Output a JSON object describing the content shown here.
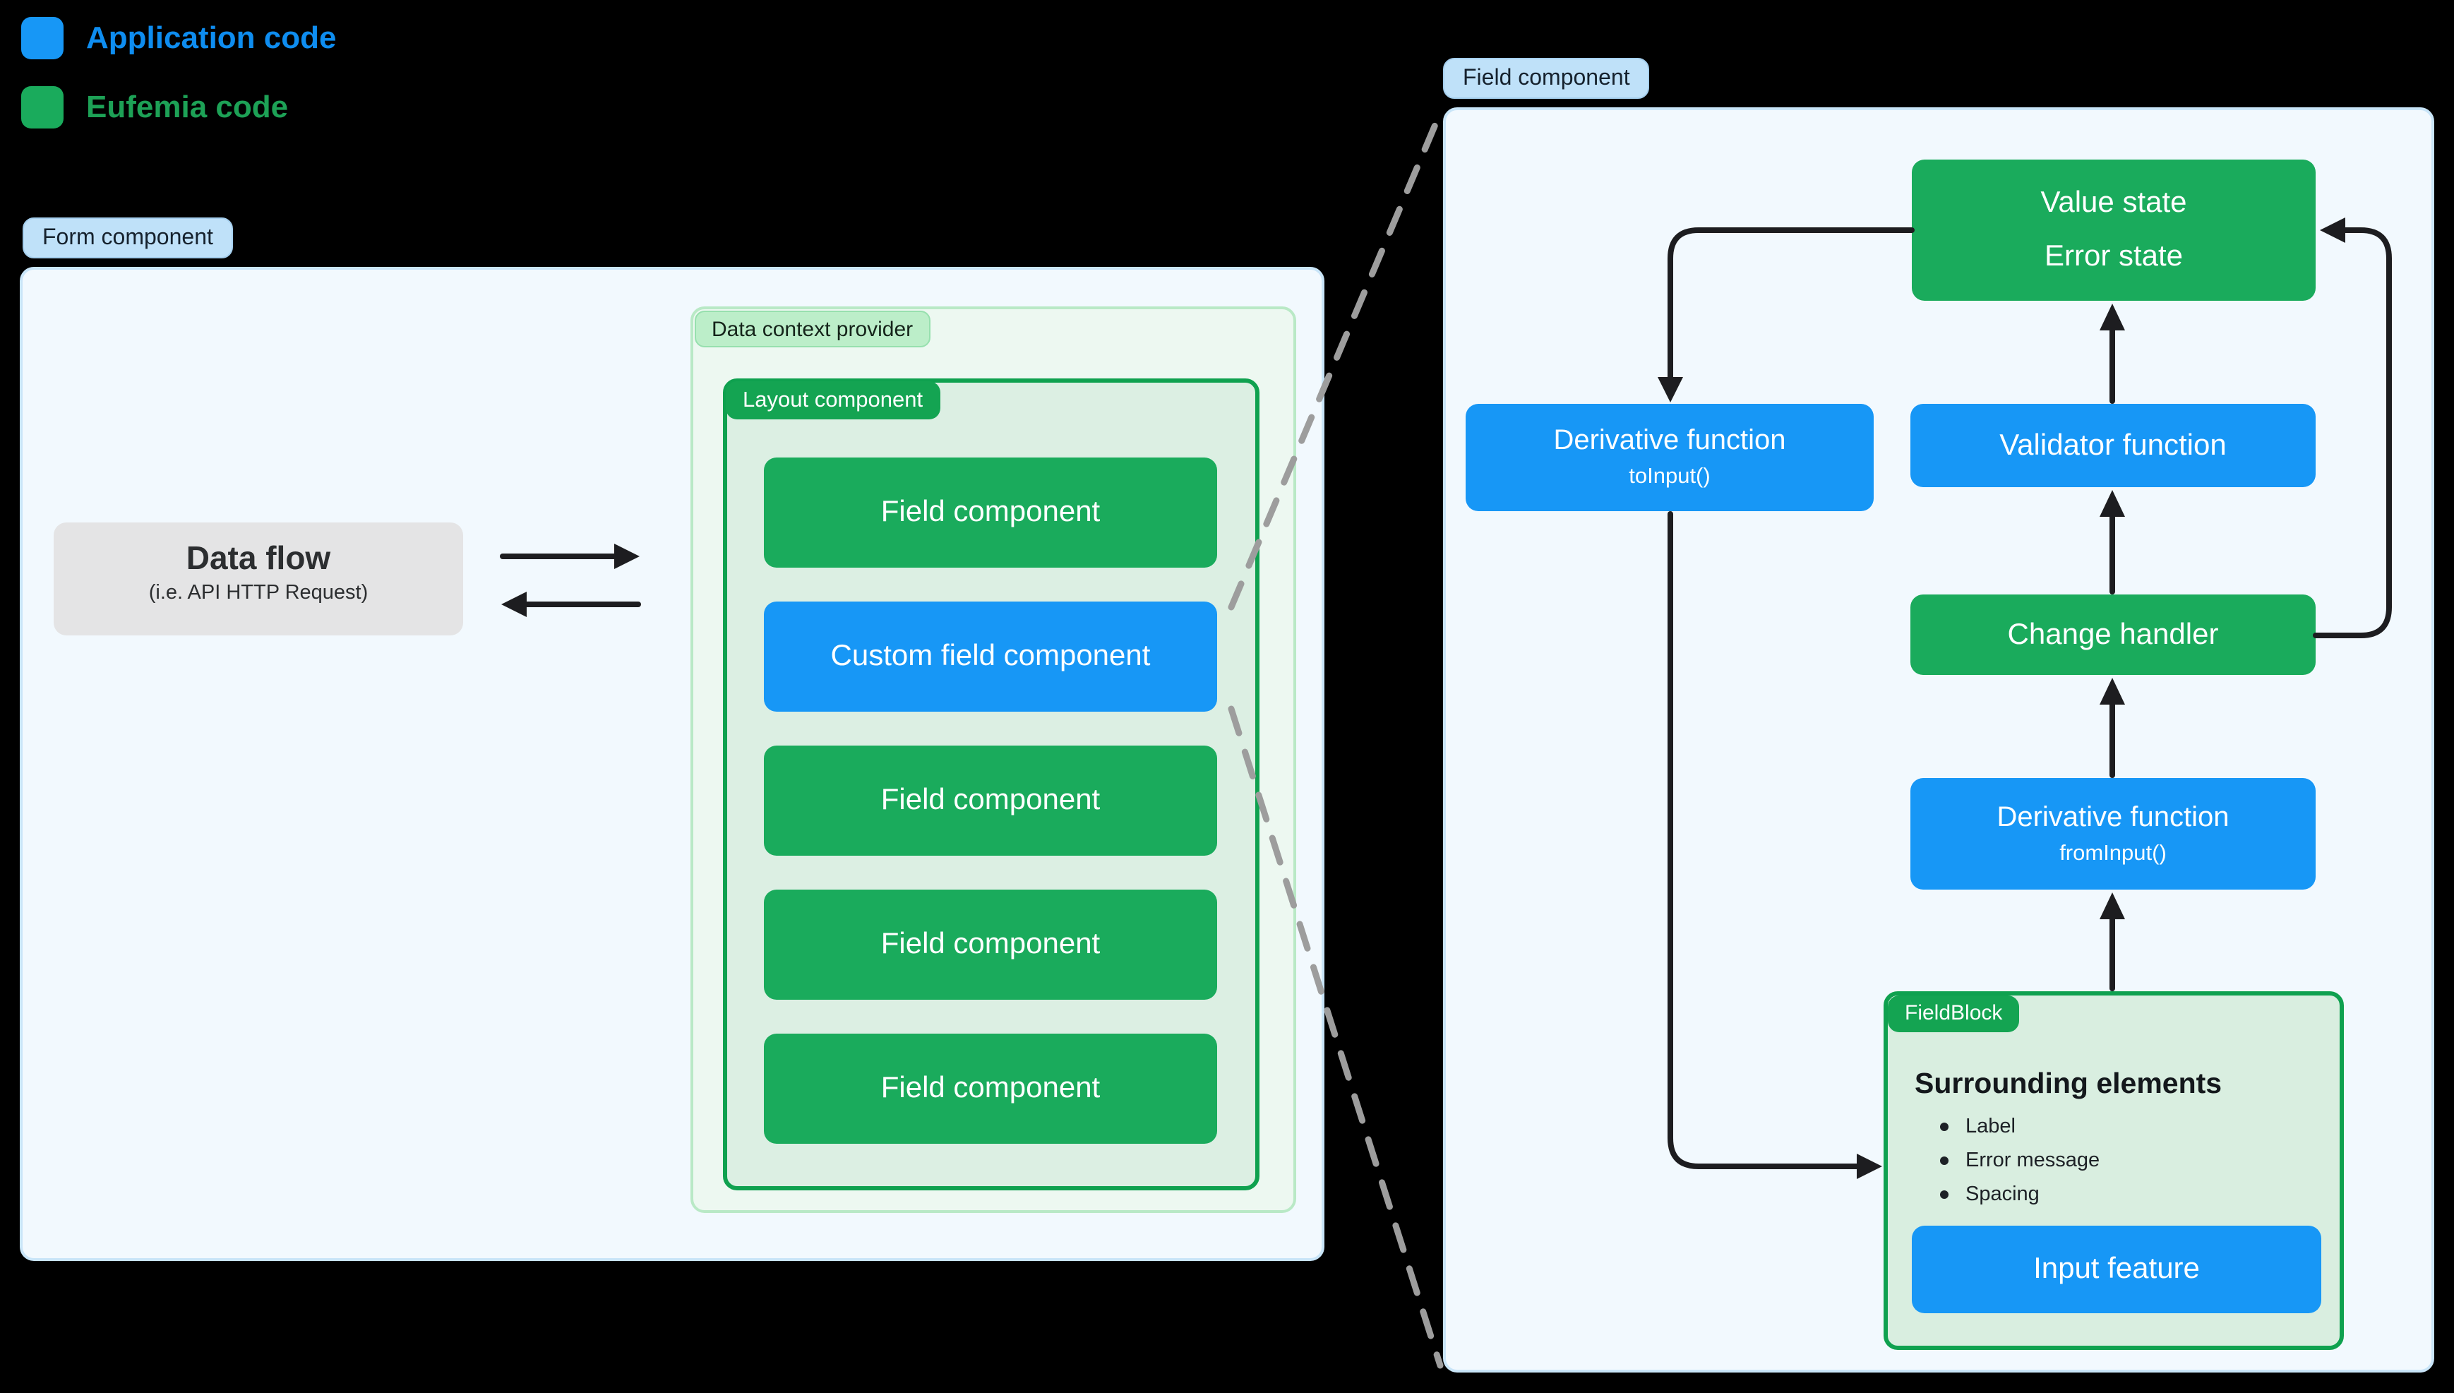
{
  "legend": {
    "items": [
      {
        "label": "Application code",
        "color": "#1797f6"
      },
      {
        "label": "Eufemia code",
        "color": "#1aab5c"
      }
    ]
  },
  "form_section": {
    "badge": "Form component",
    "data_flow": {
      "title": "Data flow",
      "subtitle": "(i.e. API HTTP Request)"
    },
    "data_context": {
      "badge": "Data context provider",
      "layout": {
        "badge": "Layout component",
        "boxes": [
          {
            "label": "Field component",
            "kind": "eufemia"
          },
          {
            "label": "Custom field component",
            "kind": "application"
          },
          {
            "label": "Field component",
            "kind": "eufemia"
          },
          {
            "label": "Field component",
            "kind": "eufemia"
          },
          {
            "label": "Field component",
            "kind": "eufemia"
          }
        ]
      }
    }
  },
  "field_section": {
    "badge": "Field component",
    "value_state": {
      "line1": "Value state",
      "line2": "Error state"
    },
    "derivative_to": {
      "title": "Derivative function",
      "subtitle": "toInput()"
    },
    "validator": {
      "label": "Validator function"
    },
    "change_handler": {
      "label": "Change handler"
    },
    "derivative_from": {
      "title": "Derivative function",
      "subtitle": "fromInput()"
    },
    "field_block": {
      "badge": "FieldBlock",
      "heading": "Surrounding elements",
      "bullets": [
        "Label",
        "Error message",
        "Spacing"
      ],
      "input_feature": "Input feature"
    }
  },
  "colors": {
    "application_blue": "#1797f6",
    "eufemia_green": "#1aab5c",
    "badge_solid_green": "#14a452",
    "green_panel_border": "#0fa14f",
    "light_blue_badge": "#bfe1f9",
    "light_green_badge": "#bceec9",
    "panel_background": "#f2f9fe",
    "data_context_background": "#edf8f1",
    "layout_background": "#dcefe3",
    "data_flow_gray": "#e4e4e5",
    "arrow_black": "#1d1d20",
    "dashed_gray": "#9d9d9d",
    "page_background": "#000000"
  }
}
